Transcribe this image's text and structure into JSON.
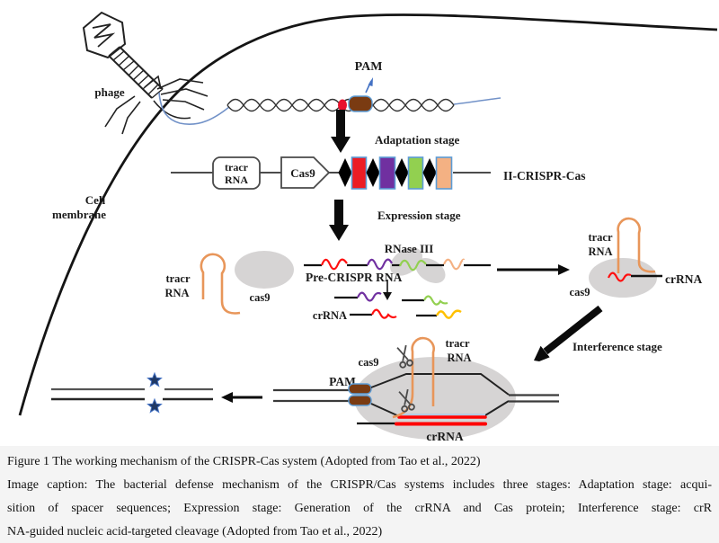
{
  "figure": {
    "labels": {
      "phage": "phage",
      "pam": "PAM",
      "adaptation_stage": "Adaptation stage",
      "tracr_line1": "tracr",
      "tracr_line2": "RNA",
      "cas9_gene": "Cas9",
      "locus_name": "II-CRISPR-Cas",
      "cell_line1": "Cell",
      "cell_line2": "membrane",
      "expression_stage": "Expression stage",
      "cas9_protein": "cas9",
      "rnase_iii": "RNase III",
      "pre_crispr_rna": "Pre-CRISPR RNA",
      "crrna": "crRNA",
      "interference_stage": "Interference stage"
    },
    "colors": {
      "membrane_black": "#151515",
      "injected_dna_blue": "#7292c8",
      "pam_arrow_blue": "#4472c4",
      "protospacer_red": "#e8112d",
      "pam_brown": "#7a3b12",
      "block_border_blue": "#5b9bd5",
      "repeat_diamond_black": "#000000",
      "spacer_red": "#ec1c24",
      "spacer_purple": "#7030a0",
      "spacer_green": "#92d050",
      "spacer_peach": "#f4b183",
      "protein_gray": "#d6d4d4",
      "tracr_orange": "#e8965a",
      "wave_red": "#ff0f0f",
      "wave_purple": "#7030a0",
      "wave_green": "#92d050",
      "wave_orange": "#f4b183",
      "wave_yellow": "#ffc000",
      "crrna_red": "#ff0000",
      "hybrid_teal": "#a8c8e8",
      "star_navy": "#1f3864",
      "star_edge_blue": "#4472c4"
    }
  },
  "caption": {
    "line1": "Figure 1 The working mechanism of the CRISPR-Cas system (Adopted from Tao et al., 2022)",
    "line2": "Image caption: The bacterial defense mechanism of the CRISPR/Cas systems includes three stages: Adaptation stage: acqui-",
    "line3": "sition of spacer sequences; Expression stage: Generation of the crRNA and Cas protein; Interference stage: crR",
    "line4": "NA-guided nucleic acid-targeted cleavage (Adopted from Tao et al., 2022)"
  }
}
